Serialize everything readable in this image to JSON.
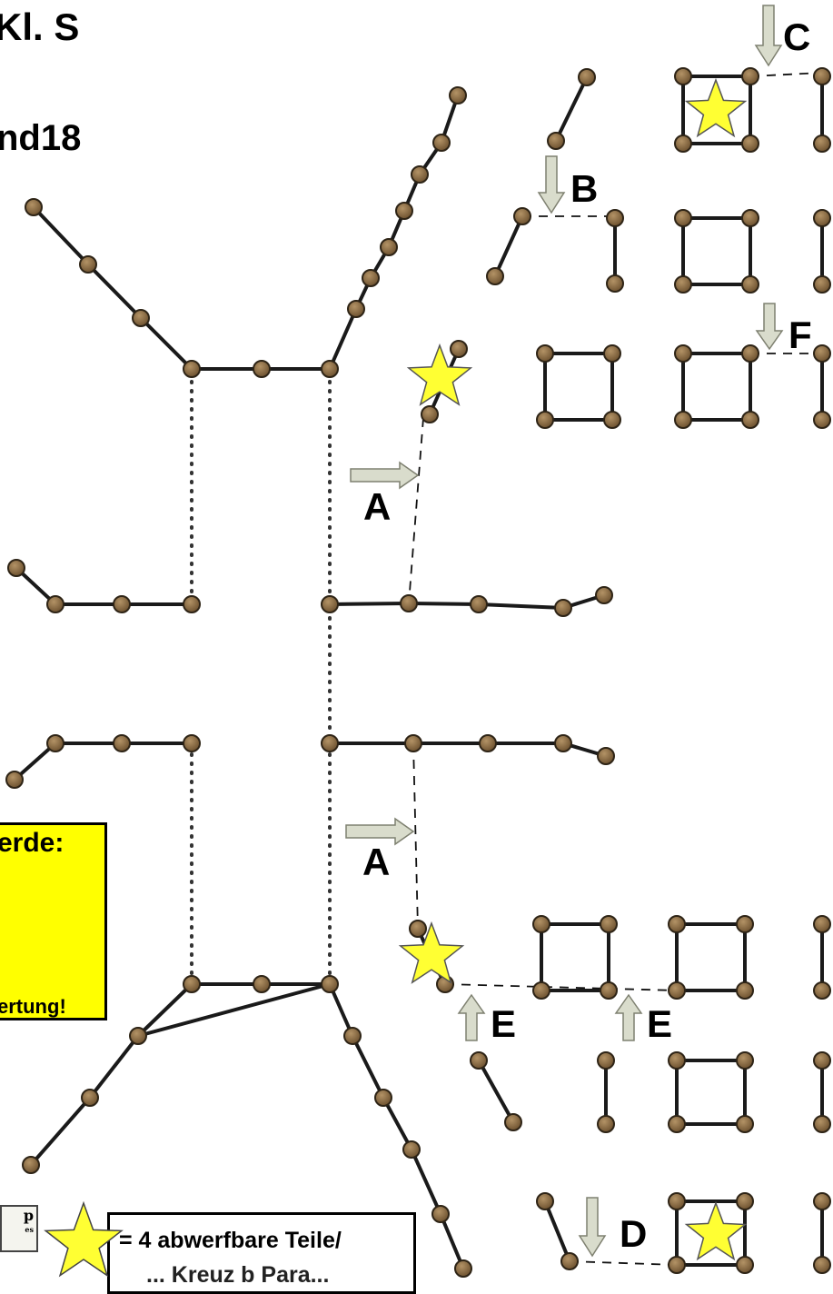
{
  "header": {
    "title_fragment": "Kl. S",
    "subtitle_fragment": "nd18"
  },
  "markers": {
    "C": "C",
    "B": "B",
    "F": "F",
    "A_top": "A",
    "A_bottom": "A",
    "E_left": "E",
    "E_right": "E",
    "D": "D"
  },
  "info_box": {
    "line1": "erde:",
    "line2": "ertung!"
  },
  "legend": {
    "line1": "= 4 abwerfbare Teile/",
    "line2": "... Kreuz b Para..."
  },
  "stamp": {
    "text": "p",
    "subtext": "es"
  },
  "colors": {
    "node_fill": "#8b6d44",
    "node_stroke": "#2e2416",
    "line": "#1a1a1a",
    "star_fill": "#ffff33",
    "arrow_fill": "#d9dccc",
    "arrow_stroke": "#7e8070",
    "box_fill": "#ffff00"
  }
}
